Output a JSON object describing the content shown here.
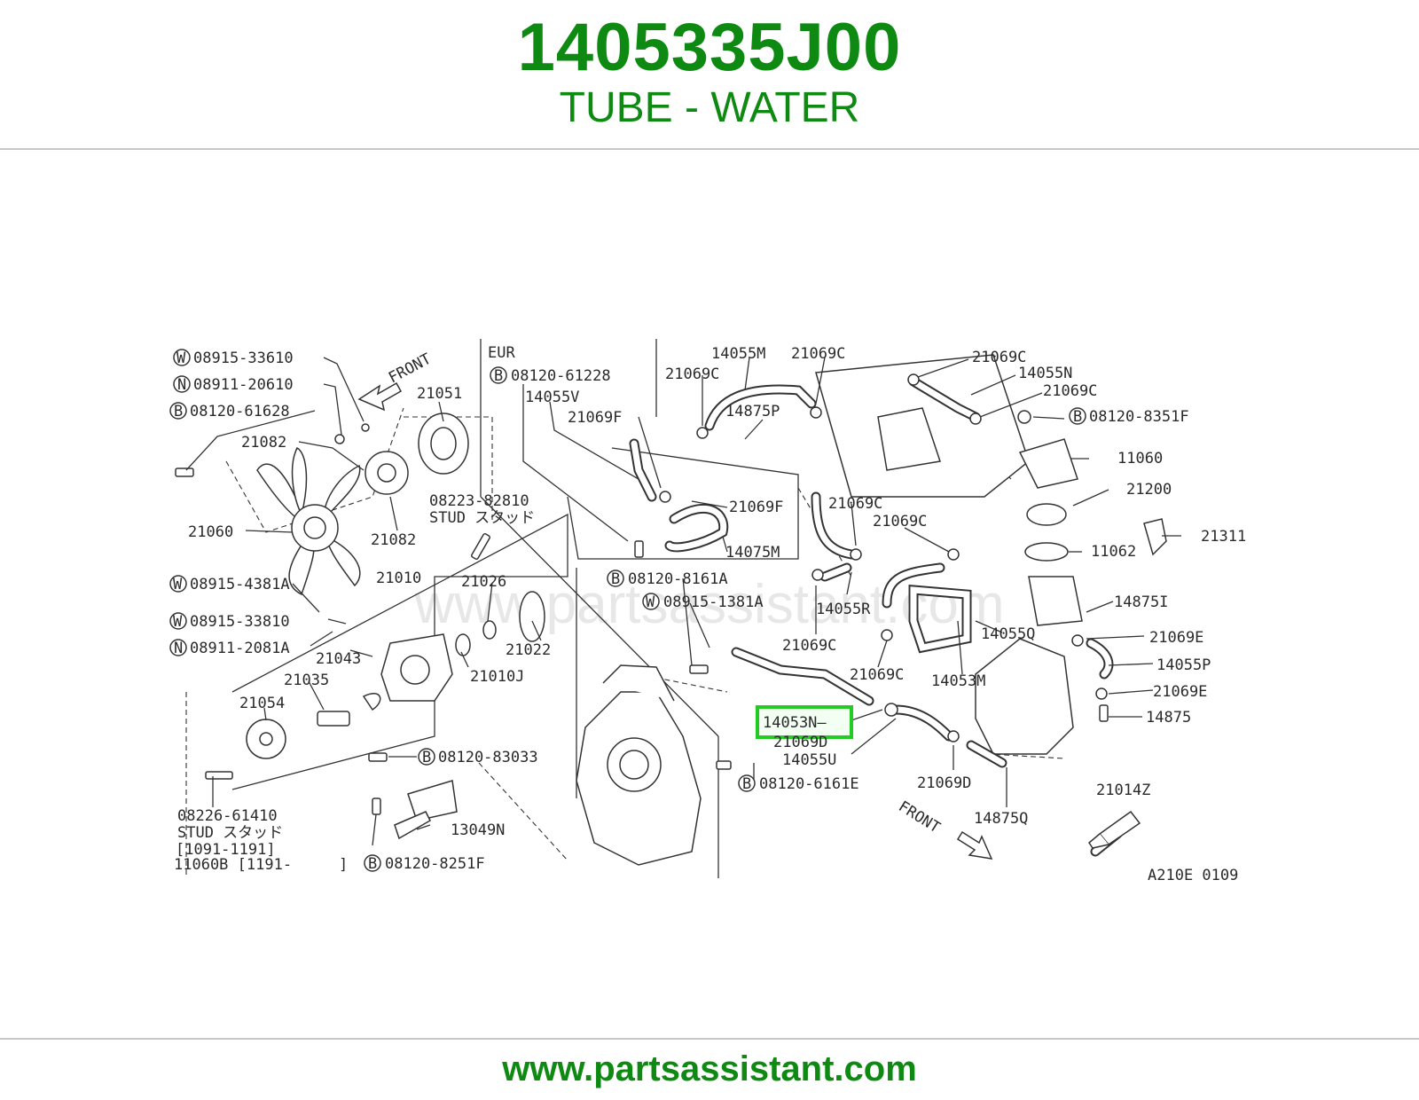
{
  "header": {
    "part_number": "1405335J00",
    "part_name": "TUBE - WATER"
  },
  "footer": {
    "website": "www.partsassistant.com"
  },
  "diagram": {
    "code": "A210E 0109",
    "watermark": "www.partsassistant.com",
    "highlight_color": "#22cc22",
    "accent_color": "#0e8a12",
    "highlighted_label": "14053N—",
    "front_label": "FRONT",
    "eur_label": "EUR",
    "stud_label_1": "STUD スタッド",
    "stud_label_2": "STUD スタッド",
    "prefix_w": "W",
    "prefix_n": "N",
    "prefix_b": "B",
    "labels": {
      "w_08915_33610": "08915-33610",
      "n_08911_20610": "08911-20610",
      "b_08120_61628": "08120-61628",
      "p21082a": "21082",
      "p21051": "21051",
      "p21060": "21060",
      "p21082b": "21082",
      "p08223": "08223-82810",
      "w_08915_4381a": "08915-4381A",
      "p21010": "21010",
      "p21026": "21026",
      "w_08915_33810": "08915-33810",
      "n_08911_2081a": "08911-2081A",
      "p21043": "21043",
      "p21022": "21022",
      "p21035": "21035",
      "p21010j": "21010J",
      "p21054": "21054",
      "b_08120_83033": "08120-83033",
      "p08226": "08226-61410",
      "range_1": "[1091-1191]",
      "range_2": "11060B [1191-",
      "range_2_end": "]",
      "p13049n": "13049N",
      "b_08120_8251f": "08120-8251F",
      "b_08120_61228": "08120-61228",
      "p14055v": "14055V",
      "p21069f_a": "21069F",
      "p21069f_b": "21069F",
      "p14075m": "14075M",
      "p14055m": "14055M",
      "p21069c_a": "21069C",
      "p21069c_b": "21069C",
      "p14875p": "14875P",
      "p21069c_c": "21069C",
      "p14055n": "14055N",
      "p21069c_d": "21069C",
      "b_08120_8351f": "08120-8351F",
      "p11060": "11060",
      "p21200": "21200",
      "p21069c_e": "21069C",
      "p21069c_f": "21069C",
      "p11062": "11062",
      "p21311": "21311",
      "b_08120_8161a": "08120-8161A",
      "w_08915_1381a": "08915-1381A",
      "p14055r": "14055R",
      "p14875i": "14875I",
      "p21069c_g": "21069C",
      "p14055q": "14055Q",
      "p21069e_a": "21069E",
      "p21069c_h": "21069C",
      "p14053m": "14053M",
      "p14055p": "14055P",
      "p21069e_b": "21069E",
      "p14875": "14875",
      "p21069d_a": "21069D",
      "p14055u": "14055U",
      "b_08120_6161e": "08120-6161E",
      "p21069d_b": "21069D",
      "p14875q": "14875Q",
      "p21014z": "21014Z"
    }
  }
}
